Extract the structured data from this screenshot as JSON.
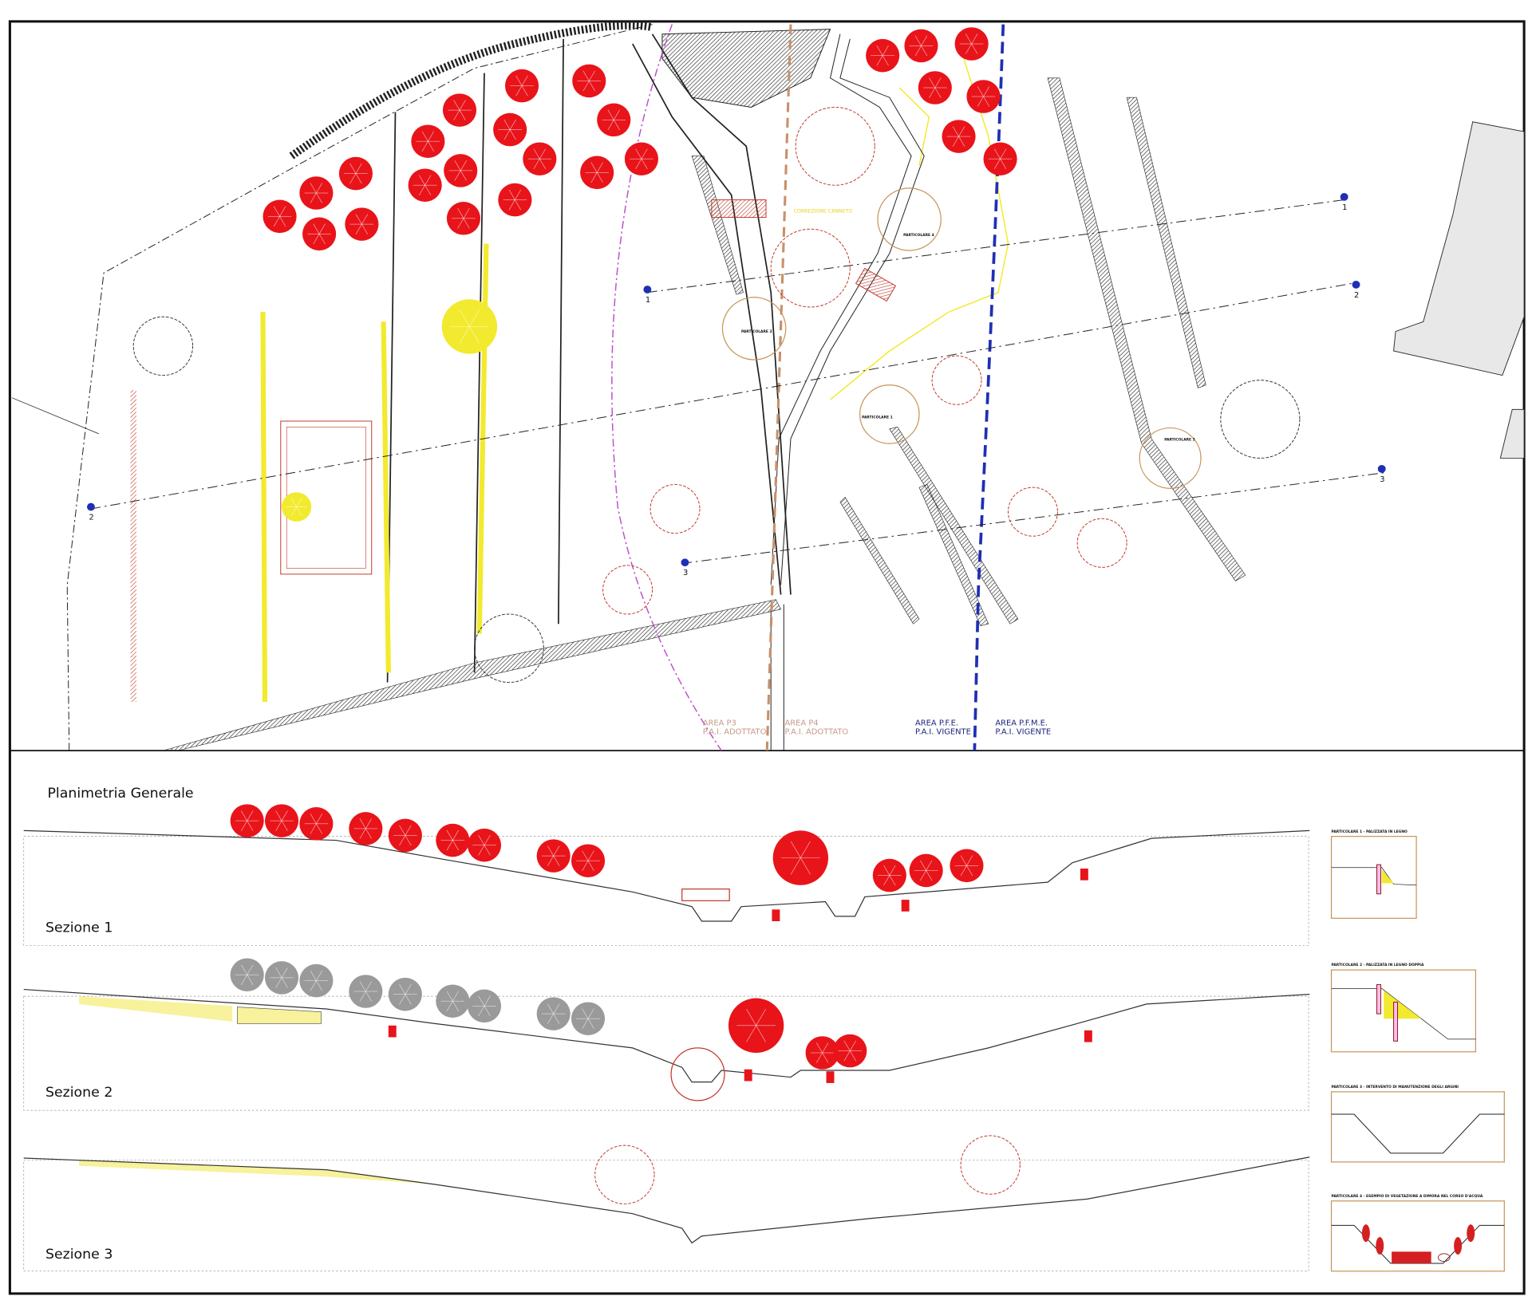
{
  "plan": {
    "title": "Planimetria Generale",
    "area_labels": [
      {
        "line1": "AREA P3",
        "line2": "P.A.I. ADOTTATO",
        "color": "#c59a8a"
      },
      {
        "line1": "AREA P4",
        "line2": "P.A.I. ADOTTATO",
        "color": "#c59a8a"
      },
      {
        "line1": "AREA P.F.E.",
        "line2": "P.A.I. VIGENTE",
        "color": "#1a237e"
      },
      {
        "line1": "AREA P.F.M.E.",
        "line2": "P.A.I. VIGENTE",
        "color": "#1a237e"
      }
    ],
    "detail_markers": [
      "PARTICOLARE 1",
      "PARTICOLARE 2",
      "PARTICOLARE 3",
      "PARTICOLARE 4"
    ],
    "canneto_label": "CORREZIONE CANNETO",
    "section_markers": [
      "1",
      "2",
      "3",
      "1",
      "2",
      "3"
    ]
  },
  "sections": [
    {
      "label": "Sezione 1"
    },
    {
      "label": "Sezione 2"
    },
    {
      "label": "Sezione 3"
    }
  ],
  "details": [
    {
      "title": "PARTICOLARE 1 - PALIZZATA IN LEGNO"
    },
    {
      "title": "PARTICOLARE 2 - PALIZZATA IN LEGNO DOPPIA"
    },
    {
      "title": "PARTICOLARE 3 - INTERVENTO DI MANUTENZIONE DEGLI ARGINI"
    },
    {
      "title": "PARTICOLARE 4 - ESEMPIO DI VEGETAZIONE A DIMORA NEL CORSO D'ACQUA"
    }
  ],
  "colors": {
    "tree_red": "#e8141a",
    "yellow": "#f2ea2e",
    "frame": "#111111",
    "detail_frame": "#c8955a",
    "pfe_blue": "#1f2fb5",
    "p3_magenta": "#c04fcf",
    "p4_brown": "#c8906a"
  }
}
